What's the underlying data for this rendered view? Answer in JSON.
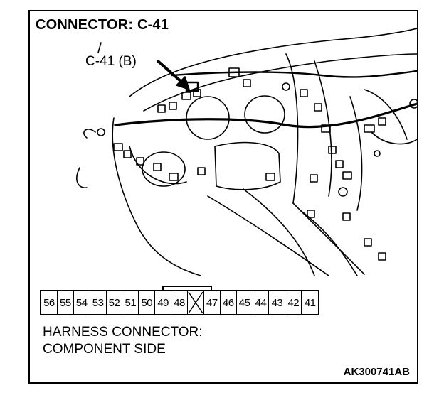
{
  "title": "CONNECTOR: C-41",
  "callout_label": "C-41 (B)",
  "pins": [
    "56",
    "55",
    "54",
    "53",
    "52",
    "51",
    "50",
    "49",
    "48",
    "",
    "47",
    "46",
    "45",
    "44",
    "43",
    "42",
    "41"
  ],
  "caption_line1": "HARNESS CONNECTOR:",
  "caption_line2": "COMPONENT SIDE",
  "figure_code": "AK300741AB"
}
